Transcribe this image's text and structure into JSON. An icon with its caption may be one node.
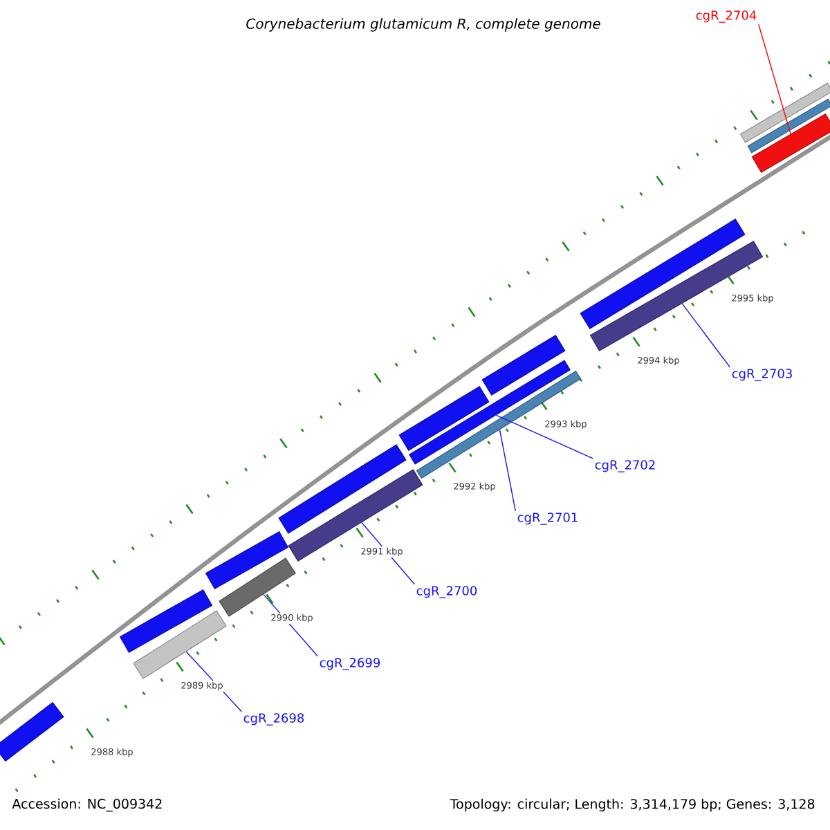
{
  "diagram": {
    "title": "Corynebacterium glutamicum R, complete genome",
    "nodes": [
      {
        "text": [
          "cgR_2704"
        ]
      },
      {
        "text": [
          "cgR_2703"
        ]
      },
      {
        "text": [
          "cgR_2702"
        ]
      },
      {
        "text": [
          "cgR_2701"
        ]
      },
      {
        "text": [
          "cgR_2700"
        ]
      },
      {
        "text": [
          "cgR_2699"
        ]
      },
      {
        "text": [
          "cgR_2698"
        ]
      },
      {
        "text": [],
        "shape": "bar"
      },
      {
        "text": [],
        "shape": "bar"
      },
      {
        "text": [],
        "shape": "bar"
      },
      {
        "text": [],
        "shape": "bar"
      },
      {
        "text": [],
        "shape": "bar"
      },
      {
        "text": [],
        "shape": "bar"
      },
      {
        "text": [],
        "shape": "bar"
      },
      {
        "text": [],
        "shape": "bar"
      },
      {
        "text": [],
        "shape": "bar"
      },
      {
        "text": [],
        "shape": "bar"
      },
      {
        "text": [],
        "shape": "bar"
      },
      {
        "text": [],
        "shape": "bar"
      },
      {
        "text": [],
        "shape": "bar"
      },
      {
        "text": [],
        "shape": "bar"
      },
      {
        "text": [],
        "shape": "bar"
      },
      {
        "text": [],
        "shape": "bar"
      }
    ],
    "edges": [
      {
        "from": 0,
        "to": 22,
        "arrow": "none",
        "color": "#ff0000"
      },
      {
        "from": 1,
        "to": 19,
        "arrow": "none"
      },
      {
        "from": 2,
        "to": 15,
        "arrow": "none"
      },
      {
        "from": 3,
        "to": 16,
        "arrow": "none"
      },
      {
        "from": 4,
        "to": 13,
        "arrow": "none"
      },
      {
        "from": 5,
        "to": 11,
        "arrow": "none"
      },
      {
        "from": 6,
        "to": 9,
        "arrow": "none"
      }
    ],
    "labels": [
      "2995 kbp",
      "2994 kbp",
      "2993 kbp",
      "2992 kbp",
      "2991 kbp",
      "2990 kbp",
      "2989 kbp",
      "2988 kbp",
      "Accession: NC_009342",
      "Topology: circular; Length: 3,314,179 bp; Genes: 3,128"
    ]
  }
}
